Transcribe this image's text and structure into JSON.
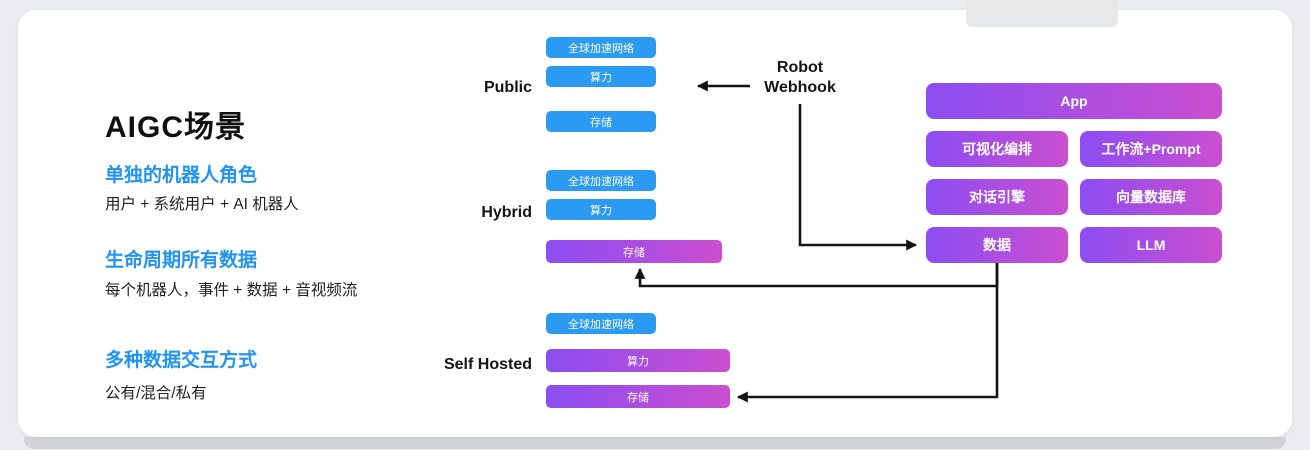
{
  "colors": {
    "page_bg": "#eaecef",
    "card_bg": "#ffffff",
    "pill_blue": "#2a9af3",
    "purple_gradient_start": "#8b4df2",
    "purple_gradient_end": "#cb4ed0",
    "heading_blue": "#2193f0",
    "text_dark": "#17181a",
    "arrow": "#141414"
  },
  "left_panel": {
    "title": "AIGC场景",
    "sections": [
      {
        "heading": "单独的机器人角色",
        "body": "用户 + 系统用户 + AI 机器人"
      },
      {
        "heading": "生命周期所有数据",
        "body": "每个机器人，事件 + 数据 + 音视频流"
      },
      {
        "heading": "多种数据交互方式",
        "body": "公有/混合/私有"
      }
    ]
  },
  "webhook": {
    "line1": "Robot",
    "line2": "Webhook"
  },
  "stacks": [
    {
      "label": "Public",
      "pills": [
        {
          "text": "全球加速网络"
        },
        {
          "text": "算力"
        },
        {
          "text": "存储"
        }
      ]
    },
    {
      "label": "Hybrid",
      "pills": [
        {
          "text": "全球加速网络"
        },
        {
          "text": "算力"
        },
        {
          "text": "存储"
        }
      ]
    },
    {
      "label": "Self Hosted",
      "pills": [
        {
          "text": "全球加速网络"
        },
        {
          "text": "算力"
        },
        {
          "text": "存储"
        }
      ]
    }
  ],
  "platform_grid": {
    "app": "App",
    "cells": [
      {
        "label": "可视化编排"
      },
      {
        "label": "工作流+Prompt"
      },
      {
        "label": "对话引擎"
      },
      {
        "label": "向量数据库"
      },
      {
        "label": "数据"
      },
      {
        "label": "LLM"
      }
    ]
  }
}
